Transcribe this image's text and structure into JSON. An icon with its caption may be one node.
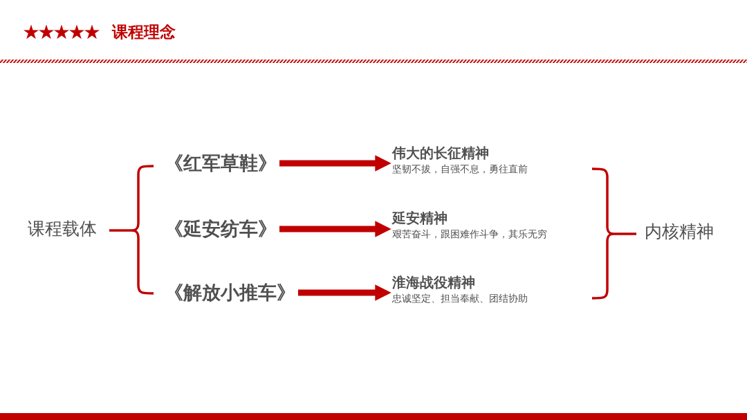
{
  "diagram": {
    "title": "课程理念",
    "nodes": [
      {
        "text": [
          "课程载体"
        ]
      },
      {
        "text": [
          "《红军草鞋》"
        ]
      },
      {
        "text": [
          "《延安纺车》"
        ]
      },
      {
        "text": [
          "《解放小推车》"
        ]
      },
      {
        "text": [
          "伟大的长征精神",
          "坚韧不拔，自强不息，勇往直前"
        ]
      },
      {
        "text": [
          "延安精神",
          "艰苦奋斗，跟困难作斗争，其乐无穷"
        ]
      },
      {
        "text": [
          "淮海战役精神",
          "忠诚坚定、担当奉献、团结协助"
        ]
      },
      {
        "text": [
          "内核精神"
        ]
      }
    ],
    "edges": [
      {
        "from": 1,
        "to": 4,
        "arrow": "to"
      },
      {
        "from": 2,
        "to": 5,
        "arrow": "to"
      },
      {
        "from": 3,
        "to": 6,
        "arrow": "to"
      }
    ]
  }
}
